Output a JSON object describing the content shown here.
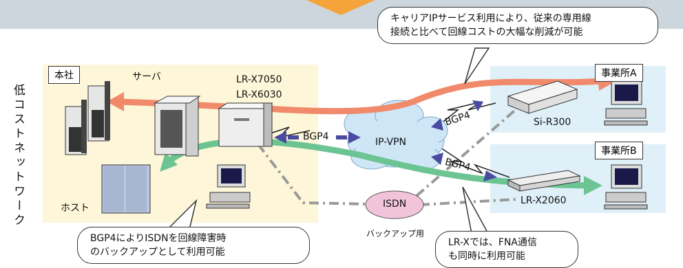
{
  "sidebar_title": "低コストネットワーク",
  "hq": {
    "label": "本社",
    "server_label": "サーバ",
    "host_label": "ホスト",
    "router_models": [
      "LR-X7050",
      "LR-X6030"
    ]
  },
  "office_a": {
    "label": "事業所A",
    "router": "Si-R300"
  },
  "office_b": {
    "label": "事業所B",
    "router": "LR-X2060"
  },
  "network": {
    "vpn": "IP-VPN",
    "isdn": "ISDN",
    "isdn_note": "バックアップ用",
    "bgp_labels": [
      "BGP4",
      "BGP4",
      "BGP4"
    ]
  },
  "callouts": {
    "top": [
      "キャリアIPサービス利用により、従来の専用線",
      "接続と比べて回線コストの大幅な削減が可能"
    ],
    "bottom_left": [
      "BGP4によりISDNを回線障害時",
      "のバックアップとして利用可能"
    ],
    "bottom_right": [
      "LR-Xでは、FNA通信",
      "も同時に利用可能"
    ]
  },
  "colors": {
    "banner": "#cdd6dc",
    "hq_bg": "#fdf6d8",
    "office_bg": "#dff0f8",
    "orange_arrow": "#f08a6a",
    "green_arrow": "#6cc493",
    "cloud": "#cfe6f6",
    "isdn": "#f2c4dc",
    "bgp_arrow": "#4a4aa0",
    "triangle": "#f4a43a"
  }
}
